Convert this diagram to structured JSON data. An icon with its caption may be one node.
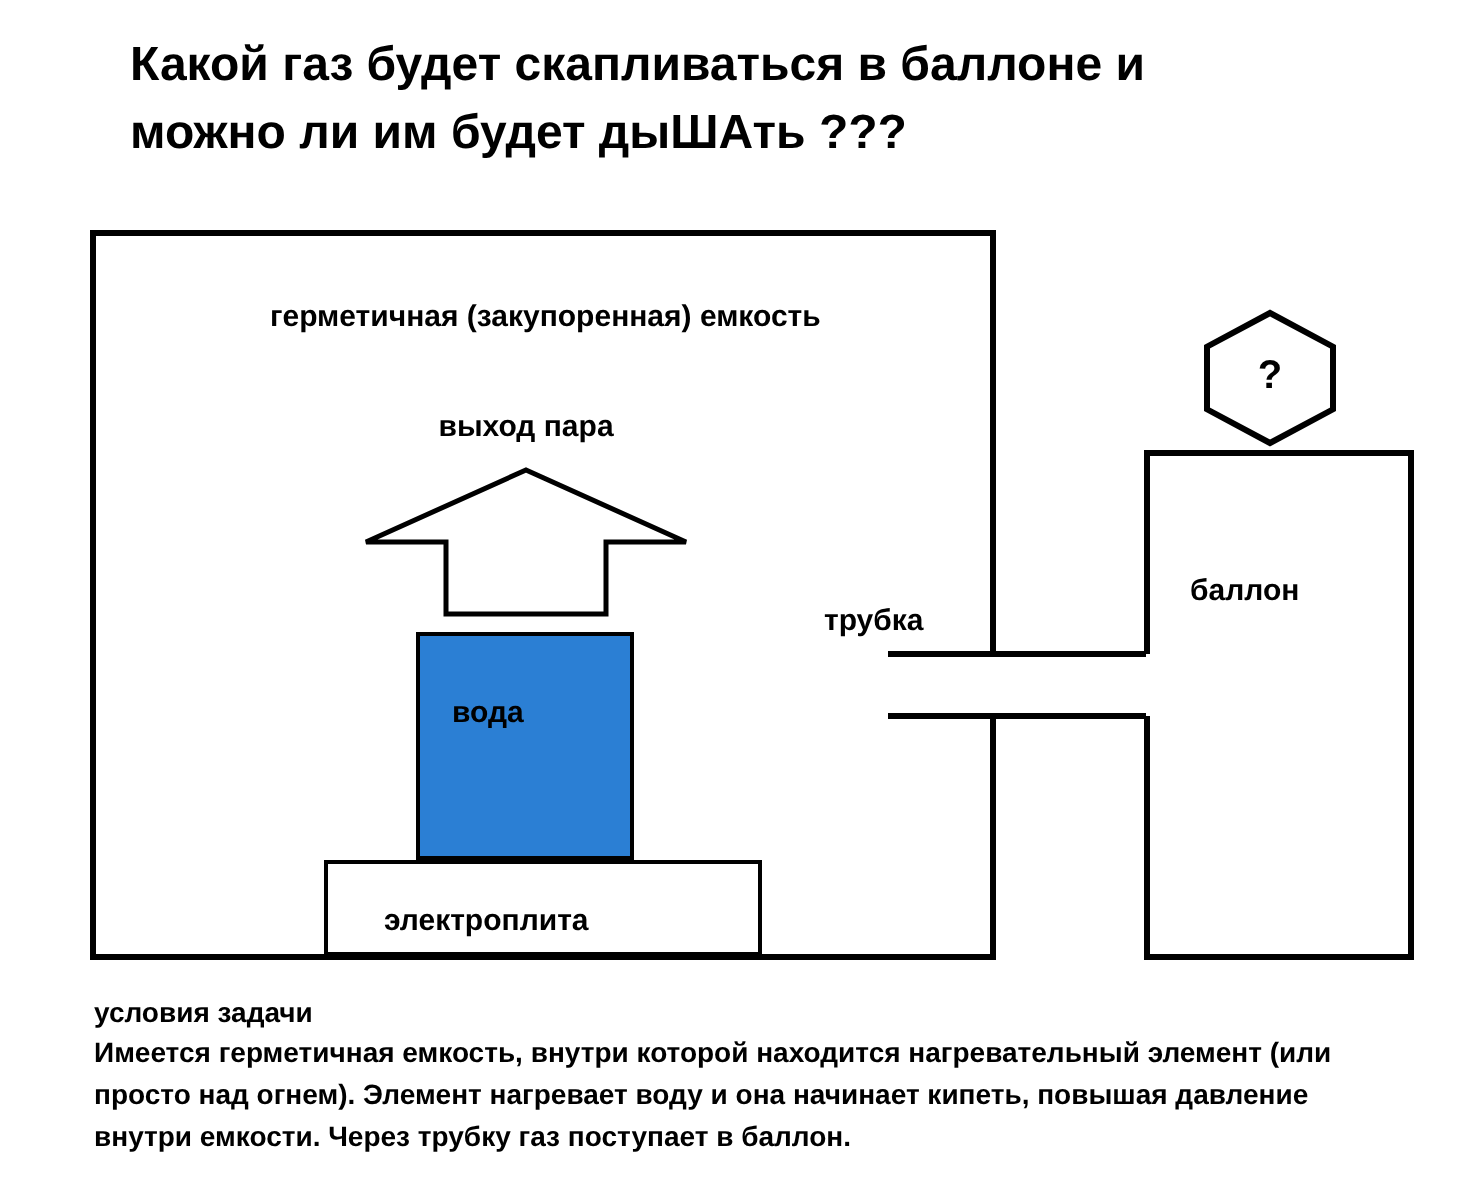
{
  "diagram": {
    "title": "Какой газ будет скапливаться в баллоне и можно ли им будет дыШАть ???",
    "nodes": [
      {
        "text": [
          "герметичная (закупоренная) емкость"
        ]
      },
      {
        "text": [
          "выход пара"
        ],
        "in": 0
      },
      {
        "text": [
          "вода"
        ],
        "in": 0
      },
      {
        "text": [
          "электроплита"
        ],
        "in": 0
      },
      {
        "text": [
          "?"
        ]
      },
      {
        "text": [
          "баллон"
        ]
      }
    ],
    "labels": [
      "трубка",
      "условия задачи",
      "Имеется герметичная емкость, внутри которой находится нагревательный элемент (или просто над огнем). Элемент нагревает воду и она начинает кипеть, повышая давление внутри емкости. Через трубку газ поступает в баллон."
    ]
  }
}
